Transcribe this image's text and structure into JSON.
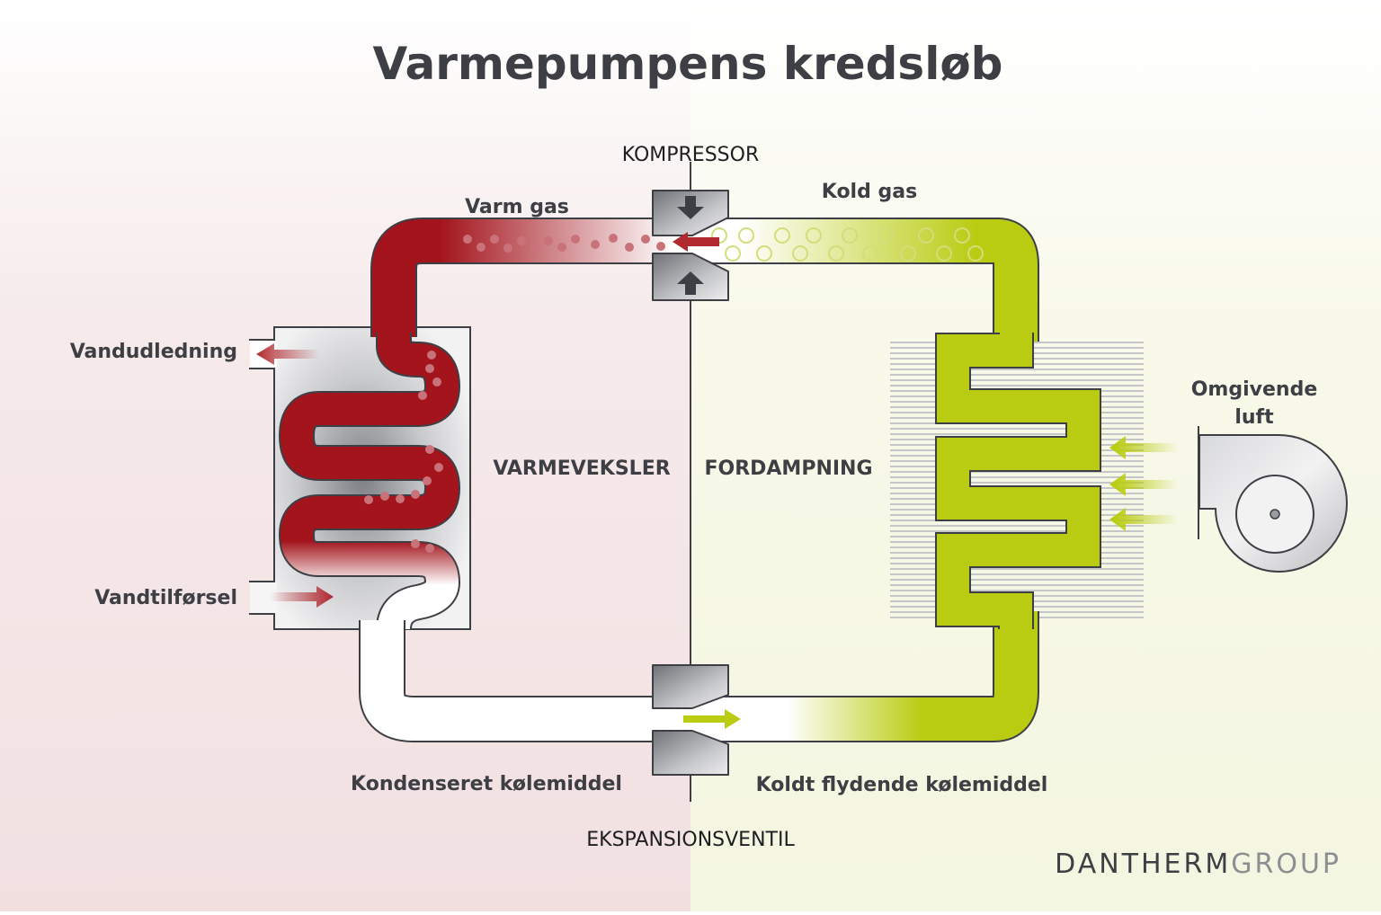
{
  "title": "Varmepumpens kredsløb",
  "labels": {
    "compressor": "KOMPRESSOR",
    "expansion_valve": "EKSPANSIONSVENTIL",
    "heat_exchanger": "VARMEVEKSLER",
    "evaporation": "FORDAMPNING",
    "warm_gas": "Varm gas",
    "cold_gas": "Kold gas",
    "water_outlet": "Vandudledning",
    "water_inlet": "Vandtilførsel",
    "condensed_refrigerant": "Kondenseret kølemiddel",
    "cold_liquid_refrigerant": "Koldt flydende kølemiddel",
    "ambient_air_line1": "Omgivende",
    "ambient_air_line2": "luft"
  },
  "brand": {
    "part1": "DANTHERM",
    "part2": "GROUP"
  },
  "colors": {
    "warm": "#a3141c",
    "cold": "#b9cc12",
    "text": "#3d3f44",
    "metal": "#9a9da2"
  },
  "icons": [
    "compressor-arrow-down-icon",
    "compressor-arrow-up-icon",
    "flow-arrow-icon",
    "fan-icon"
  ]
}
